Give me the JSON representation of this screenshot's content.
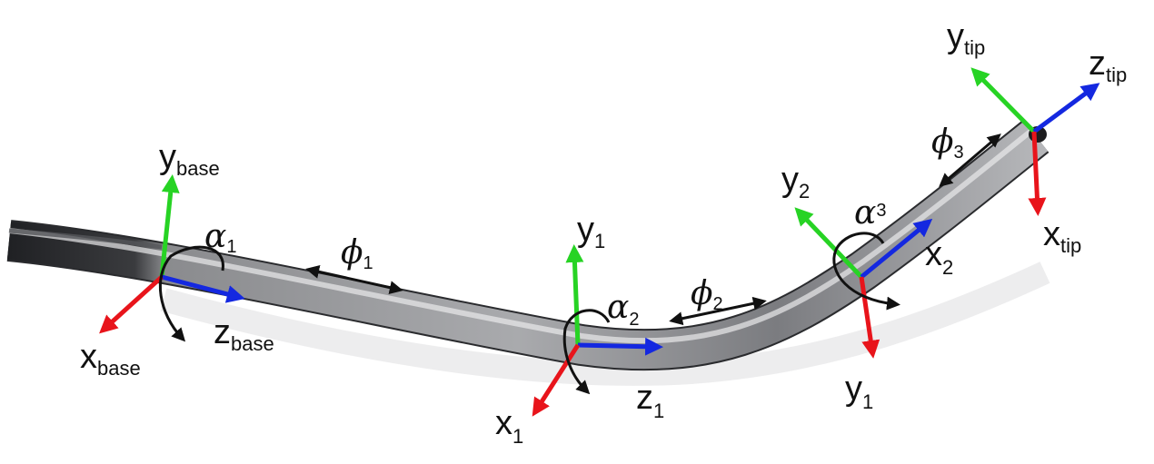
{
  "colors": {
    "x_axis": "#e8141b",
    "y_axis": "#27d324",
    "z_axis": "#1428e0",
    "arrow": "#111111",
    "tube_dark": "#1e1f22",
    "tube_light": "#c9cacc"
  },
  "frames": {
    "base": {
      "x": {
        "main": "x",
        "sub": "base"
      },
      "y": {
        "main": "y",
        "sub": "base"
      },
      "z": {
        "main": "z",
        "sub": "base"
      }
    },
    "frame1": {
      "x": {
        "main": "x",
        "sub": "1"
      },
      "y": {
        "main": "y",
        "sub": "1"
      },
      "z": {
        "main": "z",
        "sub": "1"
      }
    },
    "frame2": {
      "x": {
        "main": "x",
        "sub": "2"
      },
      "y": {
        "main": "y",
        "sub": "2"
      },
      "y_down": {
        "main": "y",
        "sub": "1"
      }
    },
    "tip": {
      "x": {
        "main": "x",
        "sub": "tip"
      },
      "y": {
        "main": "y",
        "sub": "tip"
      },
      "z": {
        "main": "z",
        "sub": "tip"
      }
    }
  },
  "rotations": [
    {
      "symbol": "α",
      "sub": "1"
    },
    {
      "symbol": "α",
      "sub": "2"
    },
    {
      "symbol": "α",
      "sub": "3"
    }
  ],
  "bends": [
    {
      "symbol": "ϕ",
      "sub": "1"
    },
    {
      "symbol": "ϕ",
      "sub": "2"
    },
    {
      "symbol": "ϕ",
      "sub": "3"
    }
  ]
}
